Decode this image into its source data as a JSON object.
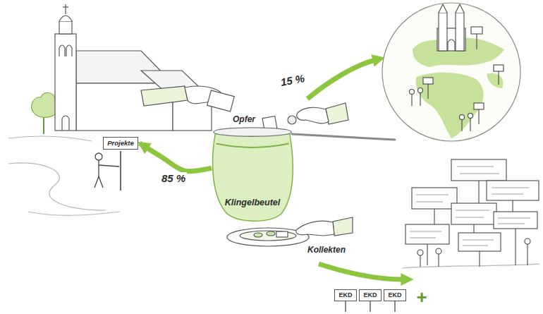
{
  "diagram": {
    "nodes": [
      {
        "text": [
          "Projekte"
        ]
      },
      {
        "text": [
          "Klingelbeutel"
        ]
      },
      {
        "text": [
          "EKD"
        ]
      },
      {
        "text": [
          "EKD"
        ]
      },
      {
        "text": [
          "EKD"
        ]
      }
    ],
    "edges": [
      {
        "from": 1,
        "to": 0,
        "arrow": "to",
        "label": "85 %"
      }
    ],
    "labels": [
      "Opfer",
      "15 %",
      "Kollekten",
      "+"
    ]
  }
}
